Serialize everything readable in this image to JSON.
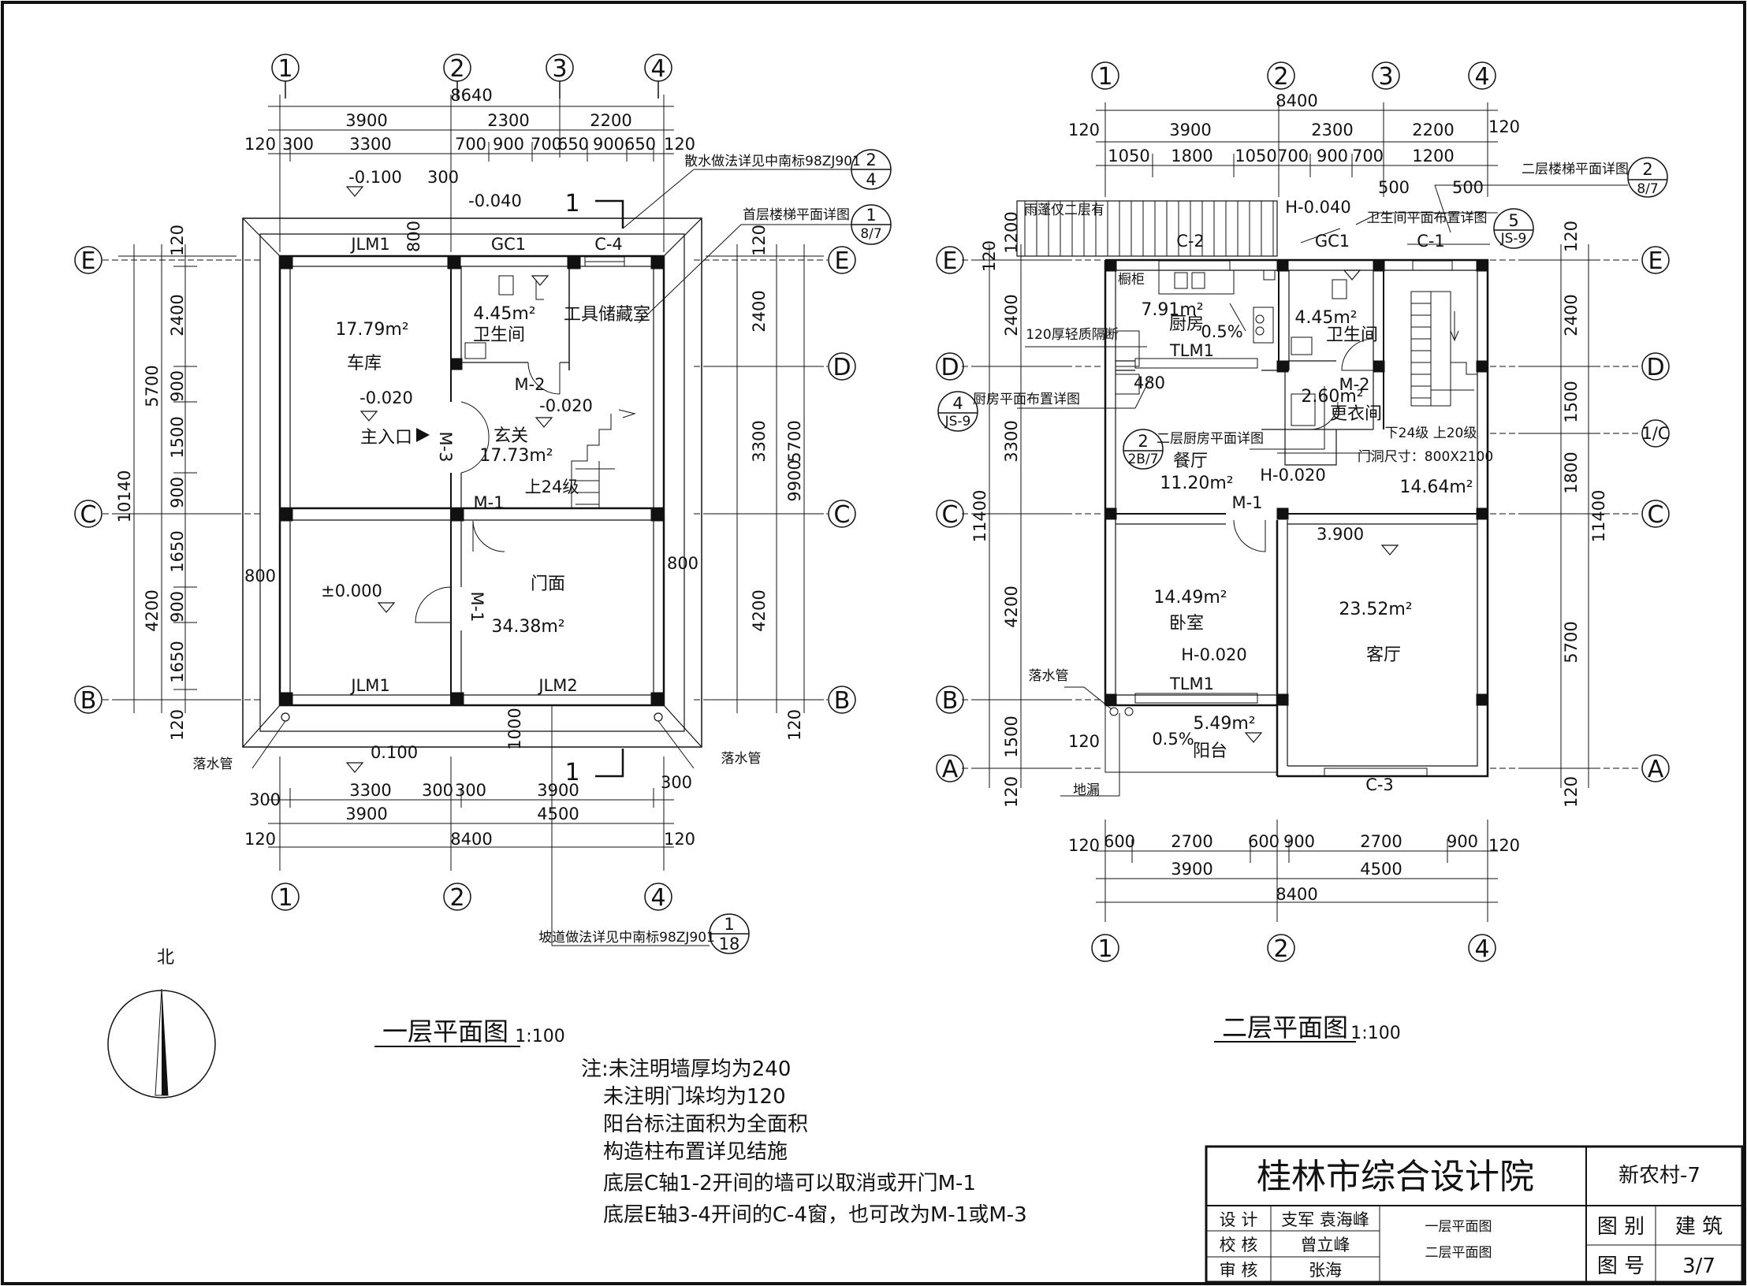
{
  "ground": {
    "title": "一层平面图",
    "scale": "1:100",
    "axes_top": [
      "1",
      "2",
      "3",
      "4"
    ],
    "axes_bottom": [
      "1",
      "2",
      "4"
    ],
    "axes_side": [
      "E",
      "D",
      "C",
      "B"
    ],
    "dims_top_total": "8640",
    "dims_top_mid": [
      "3900",
      "2300",
      "2200"
    ],
    "dims_top_fine": [
      "120",
      "300",
      "3300",
      "700",
      "900",
      "700",
      "650",
      "900",
      "650",
      "120"
    ],
    "dims_bottom_total": "8400",
    "dims_bottom_mid": [
      "3900",
      "4500"
    ],
    "dims_bottom_fine": [
      "300",
      "3300",
      "300",
      "300",
      "3900",
      "300"
    ],
    "dims_bottom_ends": [
      "120",
      "120"
    ],
    "dims_left_total": "10140",
    "dims_left_mid": [
      "5700",
      "4200"
    ],
    "dims_left_fine": [
      "120",
      "2400",
      "900",
      "1500",
      "900",
      "1650",
      "900",
      "1650",
      "120"
    ],
    "dims_right_total": "9900",
    "dims_right_mid": [
      "3300",
      "5700",
      "4200"
    ],
    "dims_right_fine": [
      "120",
      "2400",
      "120"
    ],
    "dim_800_top": "800",
    "dim_800_left": "800",
    "dim_800_right": "800",
    "dim_1000": "1000",
    "elev_top_left": "-0.100",
    "elev_top_300": "300",
    "elev_top_mid": "-0.040",
    "section_mark": "1",
    "elev_bottom": "0.100",
    "elev_garage": "-0.020",
    "elev_foyer": "-0.020",
    "elev_shop": "±0.000",
    "jlm1_top": "JLM1",
    "gc1": "GC1",
    "c4": "C-4",
    "jlm1_bottom": "JLM1",
    "jlm2": "JLM2",
    "garage_area": "17.79m²",
    "garage_name": "车库",
    "bath_area": "4.45m²",
    "bath_name": "卫生间",
    "tool_room": "工具储藏室",
    "m2": "M-2",
    "m3": "M-3",
    "entrance": "主入口",
    "foyer_name": "玄关",
    "foyer_area": "17.73m²",
    "stair_up": "上24级",
    "m1_a": "M-1",
    "m1_b": "M-1",
    "shop_name": "门面",
    "shop_area": "34.38m²",
    "downpipe_l": "落水管",
    "downpipe_r": "落水管",
    "leader_top1": "散水做法详见中南标98ZJ901",
    "leader_top2": "首层楼梯平面详图",
    "leader_bottom": "坡道做法详见中南标98ZJ901",
    "ref_top1": {
      "n": "2",
      "d": "4"
    },
    "ref_top2": {
      "n": "1",
      "d": "8/7"
    },
    "ref_bottom": {
      "n": "1",
      "d": "18"
    }
  },
  "upper": {
    "title": "二层平面图",
    "scale": "1:100",
    "axes_top": [
      "1",
      "2",
      "3",
      "4"
    ],
    "axes_bottom": [
      "1",
      "2",
      "4"
    ],
    "axes_side": [
      "E",
      "D",
      "1/C",
      "C",
      "B",
      "A"
    ],
    "dims_top_total": "8400",
    "dims_top_mid": [
      "120",
      "3900",
      "2300",
      "2200",
      "120"
    ],
    "dims_top_fine": [
      "1050",
      "1800",
      "1050",
      "700",
      "900",
      "700",
      "1200"
    ],
    "dims_500": [
      "500",
      "500"
    ],
    "dims_bottom_total": "8400",
    "dims_bottom_mid": [
      "3900",
      "4500"
    ],
    "dims_bottom_fine": [
      "120",
      "600",
      "2700",
      "600",
      "900",
      "2700",
      "900",
      "120"
    ],
    "dims_left_total": "11400",
    "dims_left_fine": [
      "1200",
      "120",
      "2400",
      "3300",
      "4200",
      "1500",
      "120",
      "120"
    ],
    "dims_right_total": "11400",
    "dims_right_fine": [
      "120",
      "2400",
      "1500",
      "1800",
      "5700",
      "120"
    ],
    "canopy": "雨蓬仅二层有",
    "c2": "C-2",
    "h040": "H-0.040",
    "gc1": "GC1",
    "c1": "C-1",
    "cabinet": "橱柜",
    "kitchen_area": "7.91m²",
    "kitchen_name": "厨房",
    "slope1": "0.5%",
    "partition": "120厚轻质隔断",
    "tlm1_a": "TLM1",
    "dim_480": "480",
    "bath_area": "4.45m²",
    "bath_name": "卫生间",
    "m2": "M-2",
    "closet_area": "2.60m²",
    "closet_name": "更衣间",
    "stair_label": "下24级 上20级",
    "door_size": "门洞尺寸：800X2100",
    "dining_name": "餐厅",
    "dining_area": "11.20m²",
    "h020_a": "H-0.020",
    "stair_area": "14.64m²",
    "m1": "M-1",
    "elev_39": "3.900",
    "bed_area": "14.49m²",
    "bed_name": "卧室",
    "h020_b": "H-0.020",
    "tlm1_b": "TLM1",
    "living_area": "23.52m²",
    "living_name": "客厅",
    "balcony_area": "5.49m²",
    "balcony_name": "阳台",
    "slope2": "0.5%",
    "c3": "C-3",
    "downpipe": "落水管",
    "floor_drain": "地漏",
    "ref_stair2": "二层楼梯平面详图",
    "ref_bath": "卫生间平面布置详图",
    "ref_kitchen": "厨房平面布置详图",
    "ref_kitchen2": "二层厨房平面详图",
    "ref1": {
      "n": "2",
      "d": "8/7"
    },
    "ref2": {
      "n": "5",
      "d": "JS-9"
    },
    "ref3": {
      "n": "4",
      "d": "JS-9"
    },
    "ref4": {
      "n": "2",
      "d": "2B/7"
    }
  },
  "north": "北",
  "notes": [
    "注:未注明墙厚均为240",
    "未注明门垛均为120",
    "阳台标注面积为全面积",
    "构造柱布置详见结施",
    "底层C轴1-2开间的墙可以取消或开门M-1",
    "底层E轴3-4开间的C-4窗，也可改为M-1或M-3"
  ],
  "title_block": {
    "company": "桂林市综合设计院",
    "project": "新农村-7",
    "row1_label": "设 计",
    "row1_name": "支军 袁海峰",
    "row2_label": "校 核",
    "row2_name": "曾立峰",
    "row3_label": "审 核",
    "row3_name": "张海",
    "drawing1": "一层平面图",
    "drawing2": "二层平面图",
    "cat_label": "图 别",
    "cat_value": "建 筑",
    "num_label": "图 号",
    "num_value": "3/7"
  }
}
